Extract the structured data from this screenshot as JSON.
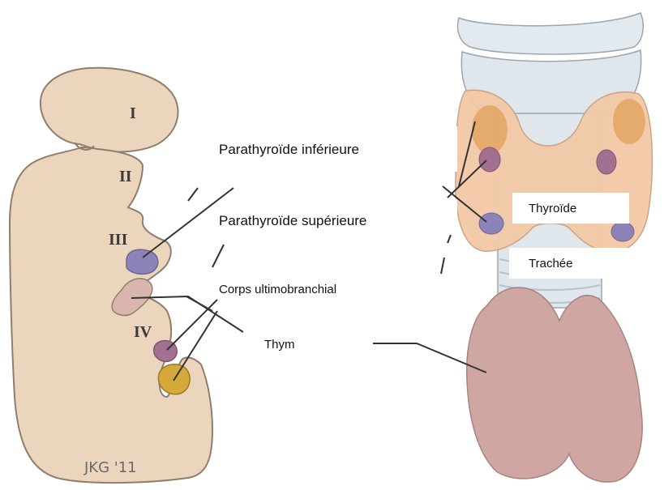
{
  "diagram": {
    "arches": [
      "I",
      "II",
      "III",
      "IV"
    ],
    "signature": "JKG '11",
    "labels": {
      "inferior_parathyroid": "Parathyroïde inférieure",
      "superior_parathyroid": "Parathyroïde supérieure",
      "ultimobranchial_body": "Corps ultimobranchial",
      "thymus": "Thym",
      "thyroid": "Thyroïde",
      "trachea": "Trachée"
    },
    "colors": {
      "pharynx": "#ecd5bd",
      "pharynx_outline": "#8f7e6e",
      "inferior_parathyroid": "#8c84b8",
      "superior_parathyroid": "#a47092",
      "ultimobranchial": "#d4a93a",
      "thymus": "#cfa6a2",
      "thyroid": "#f3c9a6",
      "thyroid_shade": "#d9913a",
      "trachea": "#dfe6ec",
      "leader_line": "#333333"
    }
  }
}
